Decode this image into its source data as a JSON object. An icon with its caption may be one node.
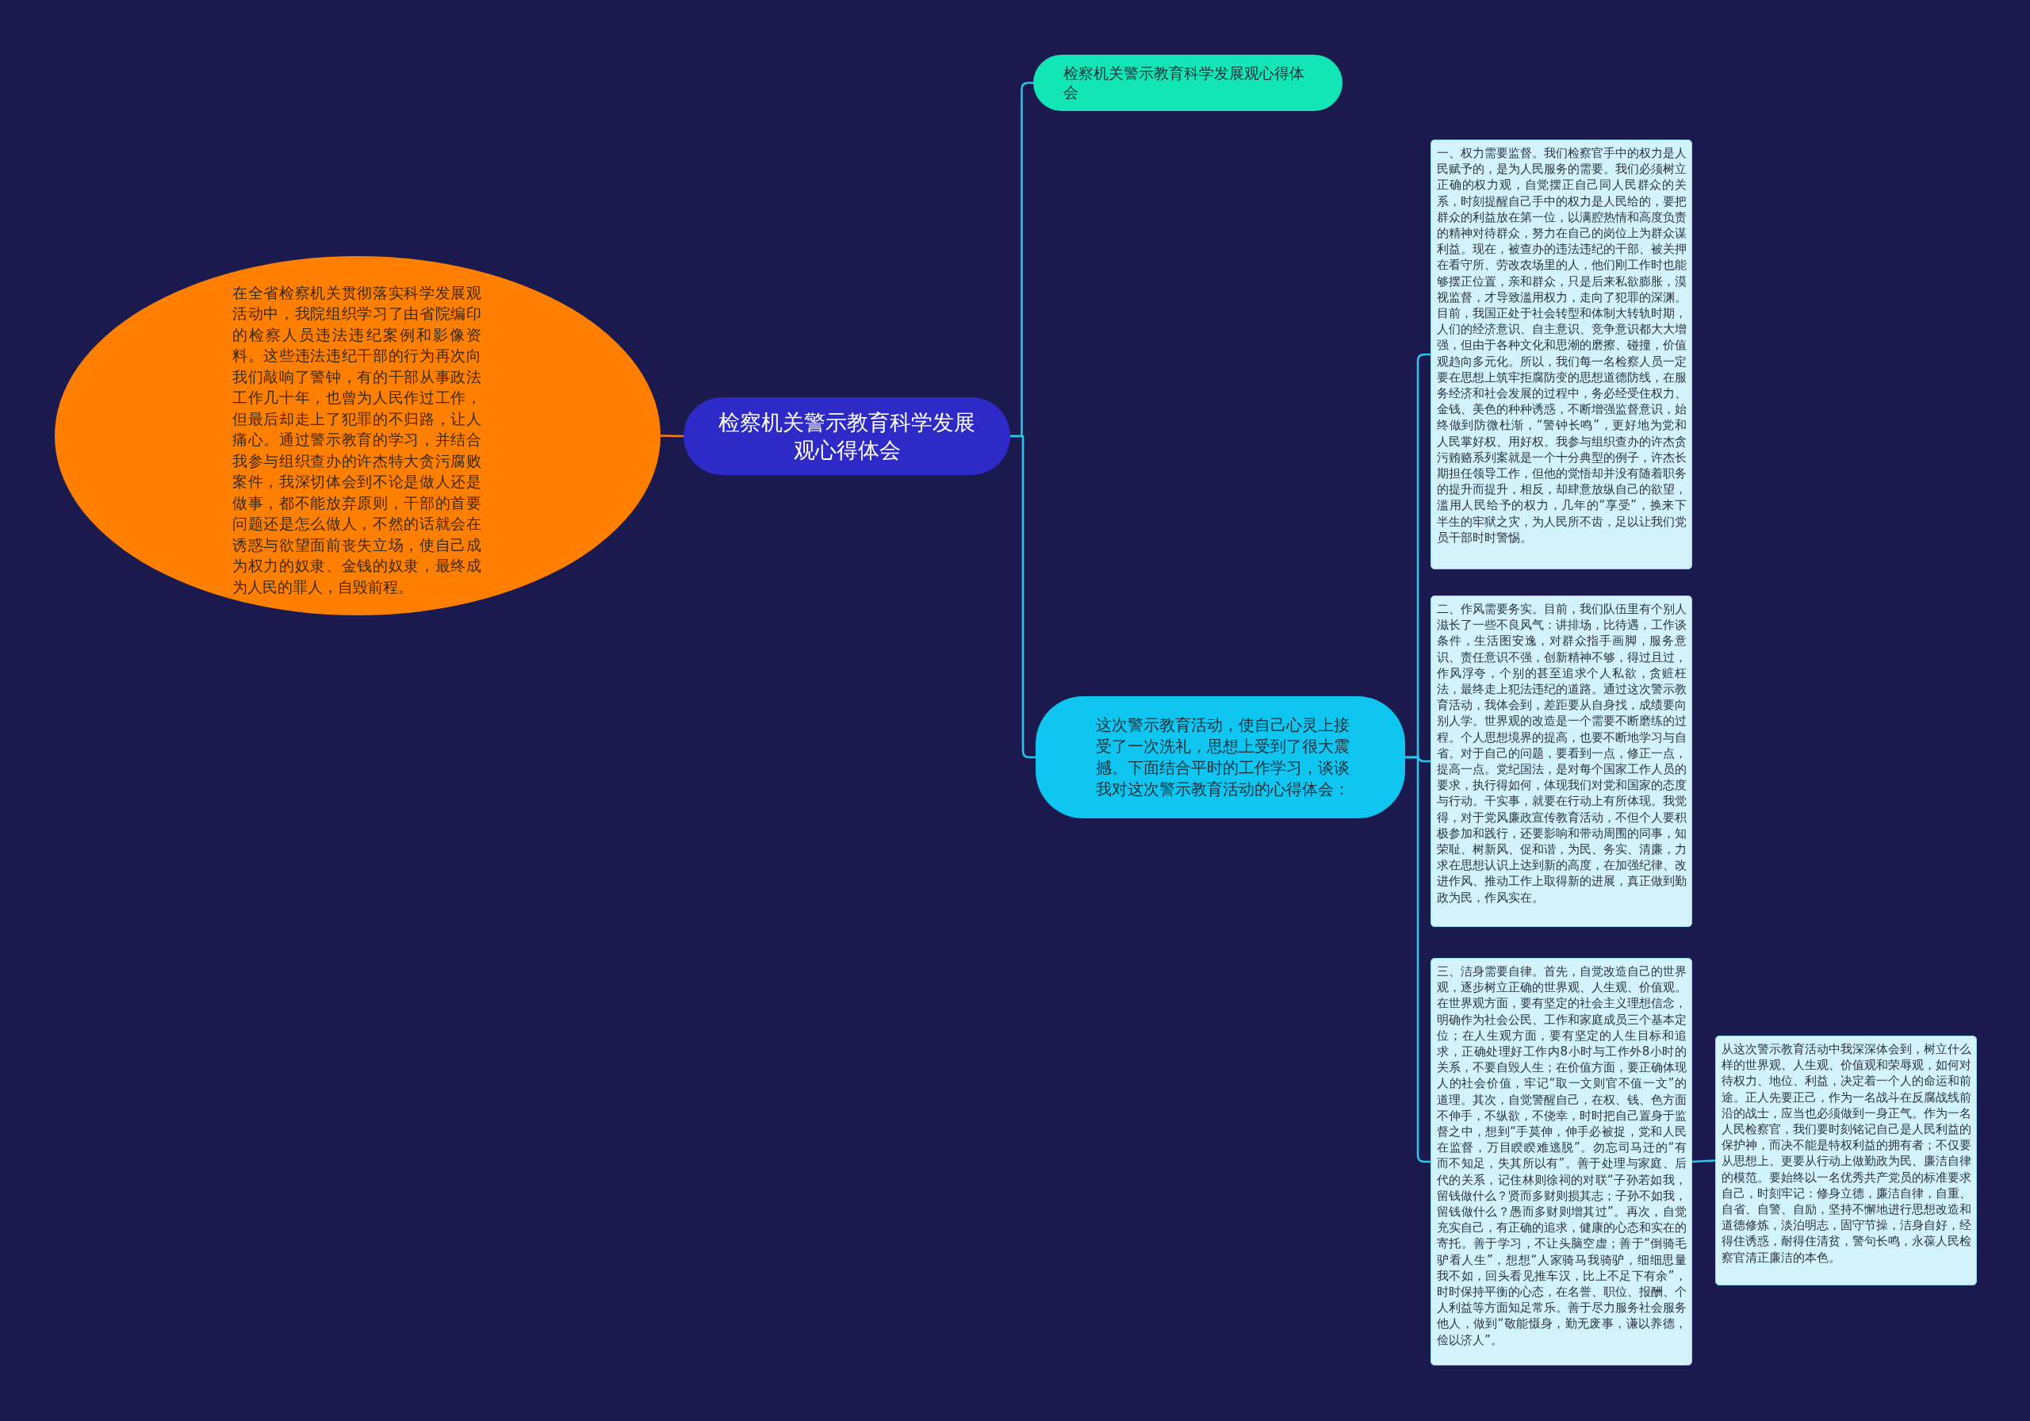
{
  "diagram": {
    "nodes": [
      {
        "text": [
          "检察机关警示教育科学发展观心得体会"
        ]
      },
      {
        "text": [
          "在全省检察机关贯彻落实科学发展观活动中，我院组织学习了由省院编印的检察人员违法违纪案例和影像资料。这些违法违纪干部的行为再次向我们敲响了警钟，有的干部从事政法工作几十年，也曾为人民作过工作，但最后却走上了犯罪的不归路，让人痛心。通过警示教育的学习，并结合我参与组织查办的许杰特大贪污腐败案件，我深切体会到不论是做人还是做事，都不能放弃原则，干部的首要问题还是怎么做人，不然的话就会在诱惑与欲望面前丧失立场，使自己成为权力的奴隶、金钱的奴隶，最终成为人民的罪人，自毁前程。"
        ]
      },
      {
        "text": [
          "检察机关警示教育科学发展观心得体会"
        ]
      },
      {
        "text": [
          "这次警示教育活动，使自己心灵上接受了一次洗礼，思想上受到了很大震撼。下面结合平时的工作学习，谈谈我对这次警示教育活动的心得体会："
        ]
      },
      {
        "text": [
          "一、权力需要监督。我们检察官手中的权力是人民赋予的，是为人民服务的需要。我们必须树立正确的权力观，自觉摆正自己同人民群众的关系，时刻提醒自己手中的权力是人民给的，要把群众的利益放在第一位，以满腔热情和高度负责的精神对待群众，努力在自己的岗位上为群众谋利益。现在，被查办的违法违纪的干部、被关押在看守所、劳改农场里的人，他们刚工作时也能够摆正位置，亲和群众，只是后来私欲膨胀，漠视监督，才导致滥用权力，走向了犯罪的深渊。目前，我国正处于社会转型和体制大转轨时期，人们的经济意识、自主意识、竞争意识都大大增强，但由于各种文化和思潮的磨擦、碰撞，价值观趋向多元化。所以，我们每一名检察人员一定要在思想上筑牢拒腐防变的思想道德防线，在服务经济和社会发展的过程中，务必经受住权力、金钱、美色的种种诱惑，不断增强监督意识，始终做到防微杜渐，“警钟长鸣”，更好地为党和人民掌好权、用好权。我参与组织查办的许杰贪污贿赂系列案就是一个十分典型的例子，许杰长期担任领导工作，但他的觉悟却并没有随着职务的提升而提升，相反，却肆意放纵自己的欲望，滥用人民给予的权力，几年的“享受”，换来下半生的牢狱之灾，为人民所不齿，足以让我们党员干部时时警惕。"
        ]
      },
      {
        "text": [
          "二、作风需要务实。目前，我们队伍里有个别人滋长了一些不良风气：讲排场，比待遇，工作谈条件，生活图安逸，对群众指手画脚，服务意识、责任意识不强，创新精神不够，得过且过，作风浮夸，个别的甚至追求个人私欲，贪赃枉法，最终走上犯法违纪的道路。通过这次警示教育活动，我体会到，差距要从自身找，成绩要向别人学。世界观的改造是一个需要不断磨练的过程。个人思想境界的提高，也要不断地学习与自省。对于自己的问题，要看到一点，修正一点，提高一点。党纪国法，是对每个国家工作人员的要求，执行得如何，体现我们对党和国家的态度与行动。干实事，就要在行动上有所体现。我觉得，对于党风廉政宣传教育活动，不但个人要积极参加和践行，还要影响和带动周围的同事，知荣耻、树新风、促和谐，为民、务实、清廉，力求在思想认识上达到新的高度，在加强纪律、改进作风、推动工作上取得新的进展，真正做到勤政为民，作风实在。"
        ]
      },
      {
        "text": [
          "三、洁身需要自律。首先，自觉改造自己的世界观，逐步树立正确的世界观、人生观、价值观。在世界观方面，要有坚定的社会主义理想信念，明确作为社会公民、工作和家庭成员三个基本定位；在人生观方面，要有坚定的人生目标和追求，正确处理好工作内8小时与工作外8小时的关系，不要自毁人生；在价值方面，要正确体现人的社会价值，牢记“取一文则官不值一文”的道理。其次，自觉警醒自己，在权、钱、色方面不伸手，不纵欲，不侥幸，时时把自己置身于监督之中，想到“手莫伸，伸手必被捉，党和人民在监督，万目睽睽难逃脱”。勿忘司马迁的“有而不知足，失其所以有”。善于处理与家庭、后代的关系，记住林则徐祠的对联“子孙若如我，留钱做什么？贤而多财则损其志；子孙不如我，留钱做什么？愚而多财则增其过”。再次，自觉充实自己，有正确的追求，健康的心态和实在的寄托。善于学习，不让头脑空虚；善于“倒骑毛驴看人生”，想想“人家骑马我骑驴，细细思量我不如，回头看见推车汉，比上不足下有余”，时时保持平衡的心态，在名誉、职位、报酬、个人利益等方面知足常乐。善于尽力服务社会服务他人，做到“敬能慑身，勤无废事，谦以养德，俭以济人”。"
        ]
      },
      {
        "text": [
          "从这次警示教育活动中我深深体会到，树立什么样的世界观、人生观、价值观和荣辱观，如何对待权力、地位、利益，决定着一个人的命运和前途。正人先要正己，作为一名战斗在反腐战线前沿的战士，应当也必须做到一身正气。作为一名人民检察官，我们要时刻铭记自己是人民利益的保护神，而决不能是特权利益的拥有者；不仅要从思想上、更要从行动上做勤政为民、廉洁自律的模范。要始终以一名优秀共产党员的标准要求自己，时刻牢记：修身立德，廉洁自律，自重、自省、自警、自励，坚持不懈地进行思想改造和道德修炼，淡泊明志，固守节操，洁身自好，经得住诱惑，耐得住清贫，警句长鸣，永葆人民检察官清正廉洁的本色。"
        ]
      }
    ],
    "edges": [
      {
        "from": 0,
        "to": 1,
        "arrow": "none",
        "color": "#ff7f00"
      },
      {
        "from": 0,
        "to": 2,
        "arrow": "none"
      },
      {
        "from": 0,
        "to": 3,
        "arrow": "none"
      },
      {
        "from": 3,
        "to": 4,
        "arrow": "none"
      },
      {
        "from": 3,
        "to": 5,
        "arrow": "none"
      },
      {
        "from": 3,
        "to": 6,
        "arrow": "none"
      },
      {
        "from": 6,
        "to": 7,
        "arrow": "none"
      }
    ]
  }
}
